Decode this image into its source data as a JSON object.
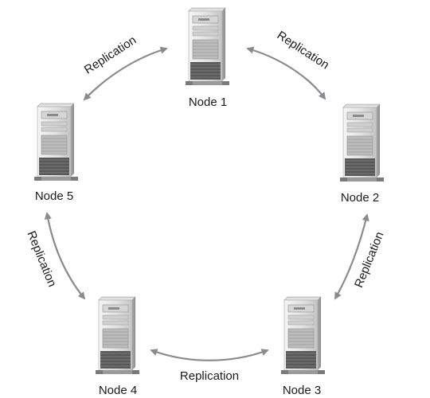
{
  "colors": {
    "arrow": "#8a8a90",
    "text": "#1a1a1a",
    "server_light": "#e6e6e6",
    "server_mid": "#bdbdbd",
    "server_dark": "#6e6e6e"
  },
  "nodes": [
    {
      "label": "Node 1",
      "icon": "server-tower-icon"
    },
    {
      "label": "Node 2",
      "icon": "server-tower-icon"
    },
    {
      "label": "Node 3",
      "icon": "server-tower-icon"
    },
    {
      "label": "Node 4",
      "icon": "server-tower-icon"
    },
    {
      "label": "Node 5",
      "icon": "server-tower-icon"
    }
  ],
  "edges": [
    {
      "from": "Node 1",
      "to": "Node 2",
      "label": "Replication",
      "bidirectional": true
    },
    {
      "from": "Node 2",
      "to": "Node 3",
      "label": "Replication",
      "bidirectional": true
    },
    {
      "from": "Node 3",
      "to": "Node 4",
      "label": "Replication",
      "bidirectional": true
    },
    {
      "from": "Node 4",
      "to": "Node 5",
      "label": "Replication",
      "bidirectional": true
    },
    {
      "from": "Node 5",
      "to": "Node 1",
      "label": "Replication",
      "bidirectional": true
    }
  ]
}
